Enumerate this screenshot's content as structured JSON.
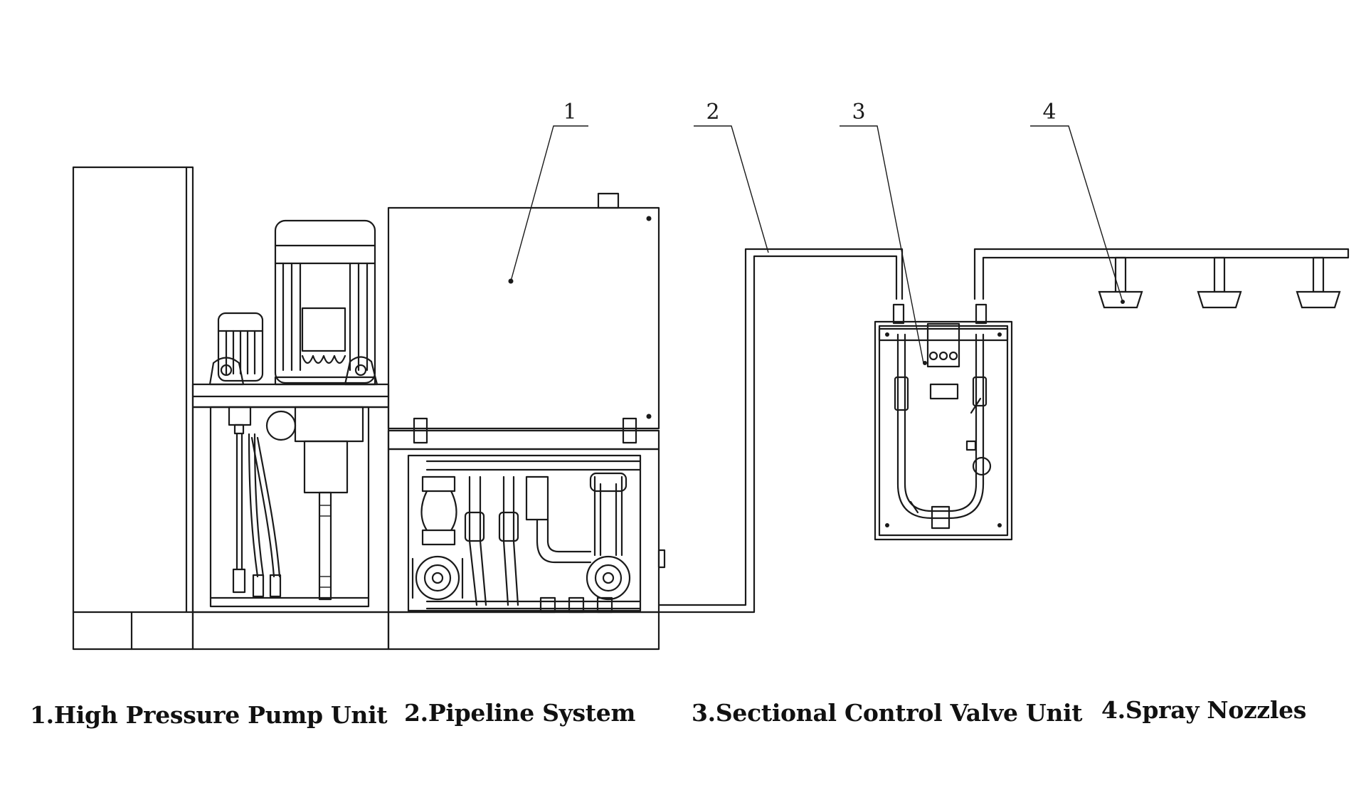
{
  "callouts": [
    "1",
    "2",
    "3",
    "4"
  ],
  "legend": [
    "1.High Pressure Pump Unit",
    "2.Pipeline System",
    "3.Sectional Control Valve Unit",
    "4.Spray Nozzles"
  ],
  "colors": {
    "line": "#1a1a1a",
    "background": "#ffffff"
  }
}
